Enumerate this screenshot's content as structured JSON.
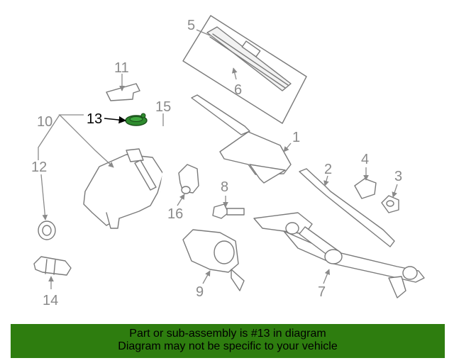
{
  "diagram": {
    "callouts": [
      "1",
      "2",
      "3",
      "4",
      "5",
      "6",
      "7",
      "8",
      "9",
      "10",
      "11",
      "12",
      "13",
      "14",
      "15",
      "16"
    ],
    "highlighted_callout": "13",
    "highlight_color": "#2e8b2e",
    "line_color": "#7a7a7a"
  },
  "banner": {
    "line1": "Part or sub-assembly is #13 in diagram",
    "line2": "Diagram may not be specific to your vehicle",
    "background": "#2e7d0f"
  }
}
